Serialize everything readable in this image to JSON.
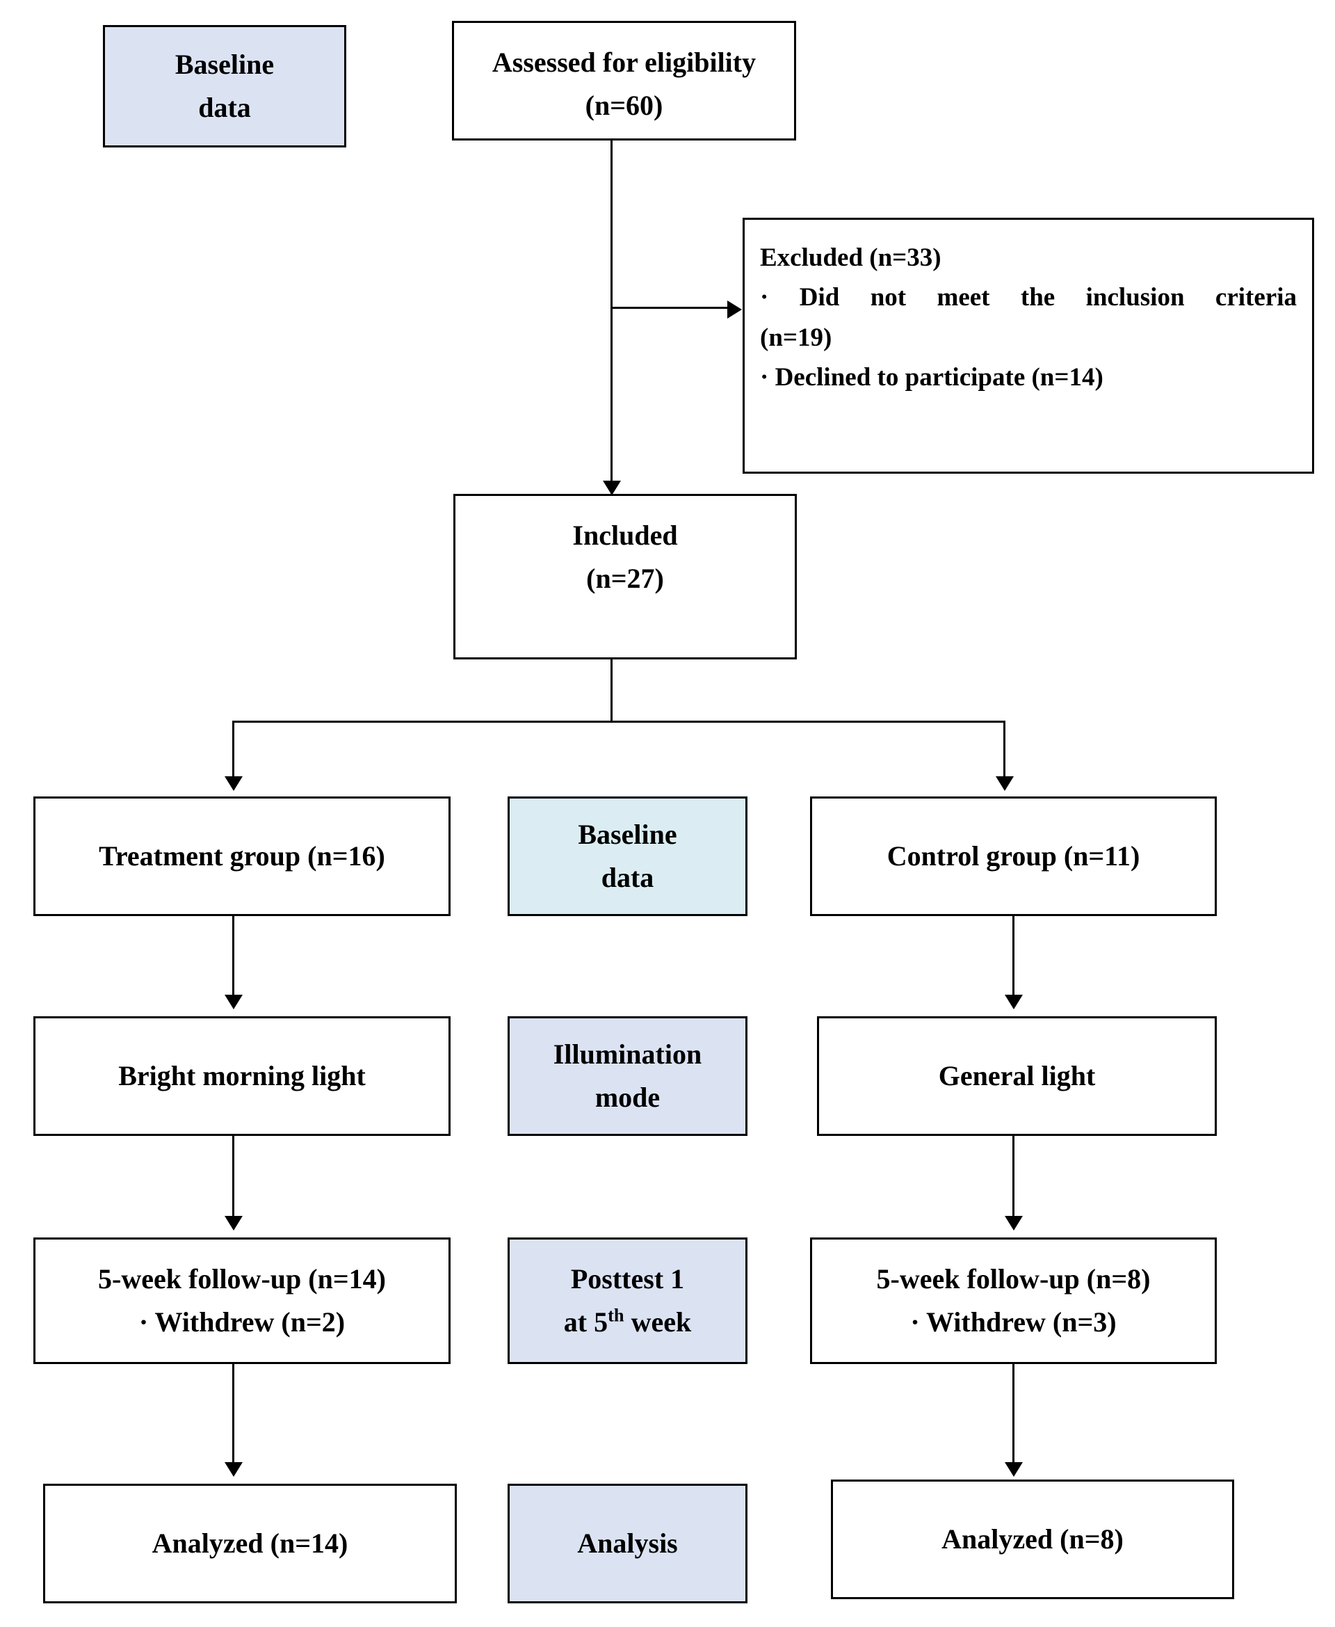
{
  "diagram": {
    "title": "CONSORT participant flow diagram",
    "colors": {
      "border": "#000000",
      "text": "#000000",
      "background": "#ffffff",
      "stage_fill_lavender": "#dbe3f3",
      "stage_fill_cyan": "#dbedf2"
    },
    "stage_labels": {
      "baseline_top_line1": "Baseline",
      "baseline_top_line2": "data",
      "baseline_mid_line1": "Baseline",
      "baseline_mid_line2": "data",
      "illumination_line1": "Illumination",
      "illumination_line2": "mode",
      "posttest_line1": "Posttest 1",
      "posttest_line2_pre": "at 5",
      "posttest_line2_sup": "th",
      "posttest_line2_post": " week",
      "analysis": "Analysis"
    },
    "nodes": {
      "assessed_line1": "Assessed for eligibility",
      "assessed_line2": "(n=60)",
      "excluded_line1": "Excluded (n=33)",
      "excluded_line2": "· Did not meet the inclusion criteria",
      "excluded_line3": "(n=19)",
      "excluded_line4": "· Declined to participate (n=14)",
      "included_line1": "Included",
      "included_line2": "(n=27)",
      "treatment_group": "Treatment group (n=16)",
      "control_group": "Control group (n=11)",
      "bright_light": "Bright morning light",
      "general_light": "General light",
      "followup_treatment_line1": "5-week follow-up (n=14)",
      "followup_treatment_line2": "· Withdrew (n=2)",
      "followup_control_line1": "5-week follow-up (n=8)",
      "followup_control_line2": "· Withdrew (n=3)",
      "analyzed_treatment": "Analyzed (n=14)",
      "analyzed_control": "Analyzed (n=8)"
    },
    "counts": {
      "assessed": 60,
      "excluded_total": 33,
      "excluded_not_meeting_criteria": 19,
      "excluded_declined": 14,
      "included": 27,
      "treatment_allocated": 16,
      "control_allocated": 11,
      "treatment_followup": 14,
      "treatment_withdrew": 2,
      "control_followup": 8,
      "control_withdrew": 3,
      "treatment_analyzed": 14,
      "control_analyzed": 8
    }
  }
}
